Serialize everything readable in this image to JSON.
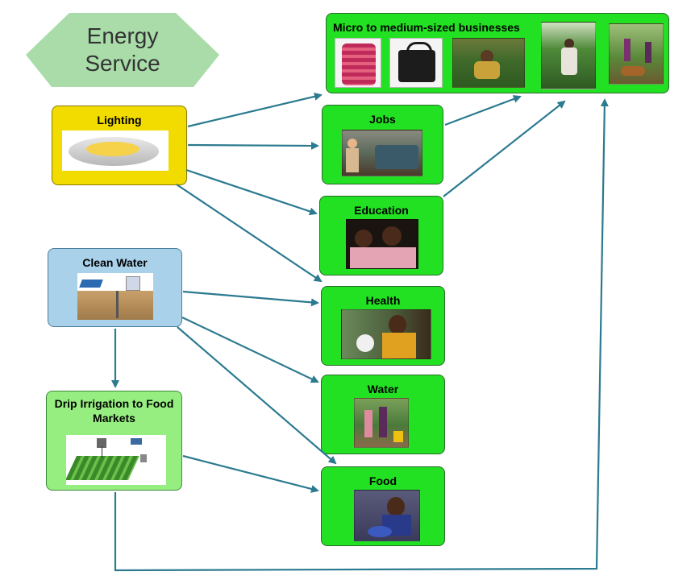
{
  "energy_service": {
    "title_line1": "Energy",
    "title_line2": "Service"
  },
  "nodes": {
    "lighting": "Lighting",
    "clean_water": "Clean Water",
    "drip": "Drip Irrigation to Food Markets",
    "micro": "Micro to medium-sized businesses",
    "jobs": "Jobs",
    "education": "Education",
    "health": "Health",
    "water": "Water",
    "food": "Food"
  },
  "colors": {
    "box_green": "#22e022",
    "box_yellow": "#f2dc00",
    "box_blue": "#a9d1ea",
    "box_lightgreen": "#96ee80",
    "arrow": "#2b7a8f",
    "pentagon": "#a9dca9"
  }
}
